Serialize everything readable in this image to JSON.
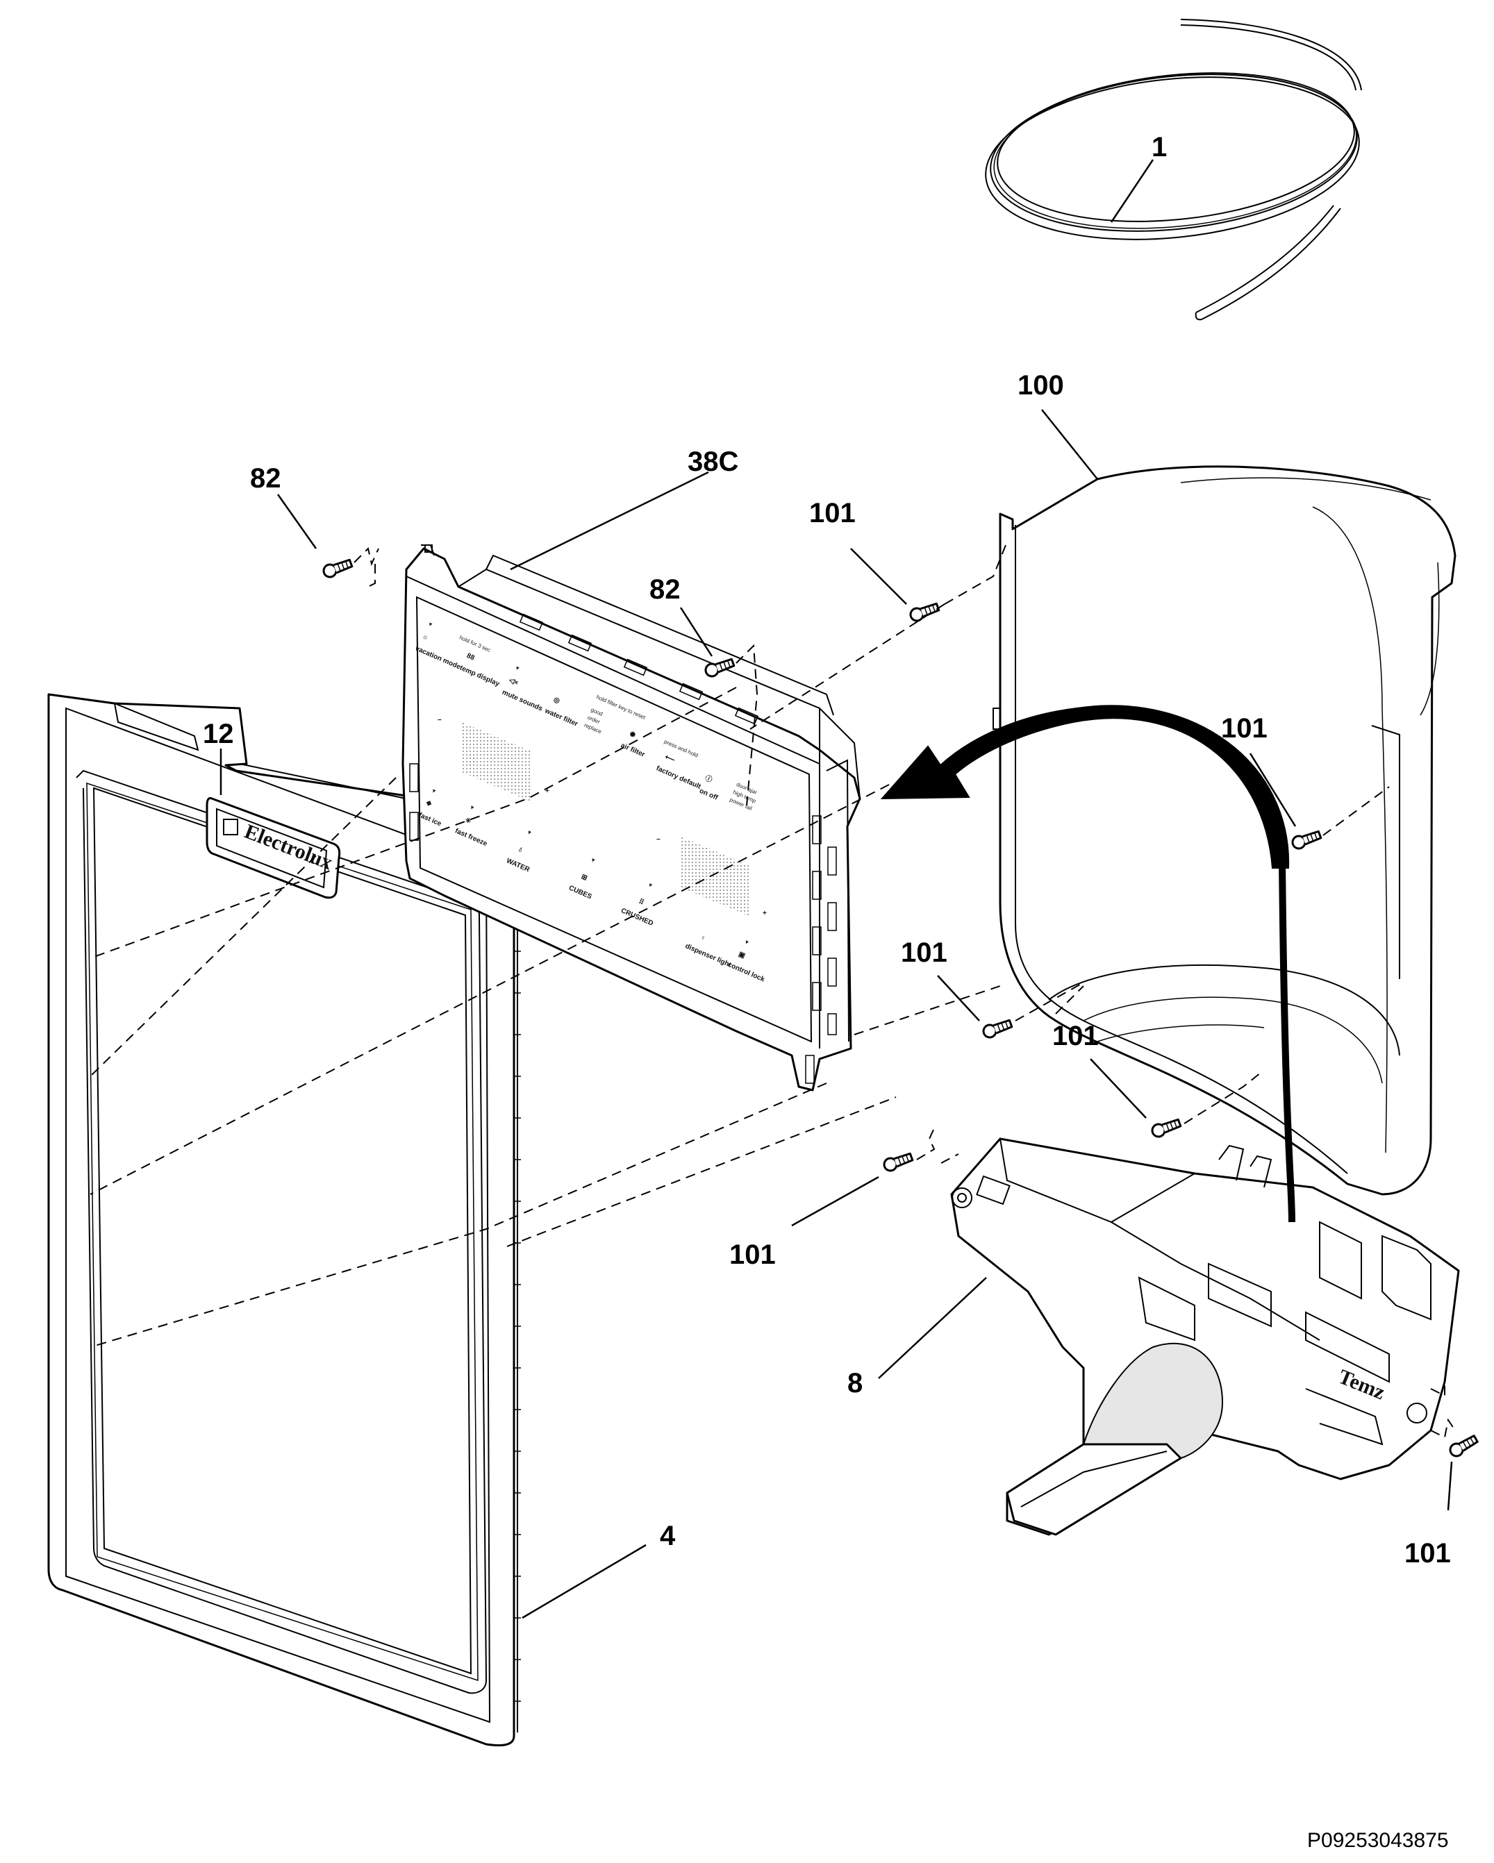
{
  "diagram": {
    "callouts": {
      "tubing": "1",
      "dispenser_housing": "100",
      "control_board": "38C",
      "screw_82_left": "82",
      "screw_82_right": "82",
      "screw_101_top": "101",
      "screw_101_mid_right": "101",
      "screw_101_mid_left": "101",
      "screw_101_center": "101",
      "screw_101_lower_left": "101",
      "screw_101_bottom_right": "101",
      "nameplate": "12",
      "bezel_frame": "4",
      "actuator": "8"
    },
    "brand_label": "Electrolux",
    "actuator_label": "Temz",
    "document_id": "P09253043875"
  },
  "control_panel": {
    "top_row": {
      "hold_hint": "hold for 3 sec",
      "vacation_mode": "vacation mode",
      "temp_display": "temp display",
      "mute_sounds": "mute sounds",
      "water_filter": "water filter",
      "filter_hint": "hold filter key to reset",
      "filter_states": [
        "good",
        "order",
        "replace"
      ],
      "air_filter": "air filter",
      "press_hold": "press and hold",
      "factory_default": "factory default",
      "on_off": "on off",
      "alarms": [
        "door ajar",
        "high temp",
        "power fail"
      ]
    },
    "mid_row": {
      "fast_ice": "fast ice",
      "fast_freeze": "fast freeze",
      "water": "WATER",
      "cubes": "CUBES",
      "crushed": "CRUSHED",
      "dispenser_light": "dispenser light",
      "control_lock": "control lock"
    },
    "temp_display_glyph": "88",
    "minus_sign": "−",
    "plus_sign": "+"
  }
}
